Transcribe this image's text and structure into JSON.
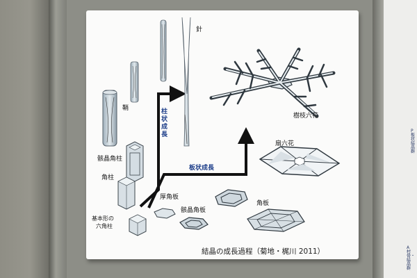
{
  "labels": {
    "needle": "針",
    "sheath": "鞘",
    "skeletal_column": "骸晶角柱",
    "column": "角柱",
    "basic_form": "基本形の\n六角柱",
    "thick_plate": "厚角板",
    "skeletal_plate": "骸晶角板",
    "plate": "角板",
    "sector": "扇六花",
    "dendrite": "樹枝六花"
  },
  "arrows": {
    "columnar": "柱状成長",
    "plate": "板状成長"
  },
  "caption": "結晶の成長過程（菊地・梶川 2011）",
  "side": {
    "top": "P板状結晶群",
    "bottom": "A村骨・結晶群"
  },
  "colors": {
    "ice_fill": "#c8d3da",
    "ice_dark": "#5b6770",
    "label_blue": "#1e3f8a",
    "arrow": "#111111"
  }
}
